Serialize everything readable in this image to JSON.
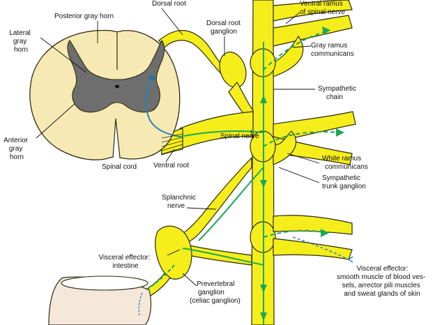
{
  "labels": {
    "posterior_gray_horn": "Posterior gray horn",
    "dorsal_root": "Dorsal root",
    "ventral_ramus": [
      "Ventral ramus",
      "of spinal nerve"
    ],
    "lateral_gray_horn": [
      "Lateral",
      "gray",
      "horn"
    ],
    "dorsal_root_ganglion": [
      "Dorsal root",
      "ganglion"
    ],
    "gray_ramus_communicans": [
      "Gray ramus",
      "communicans"
    ],
    "sympathetic_chain": [
      "Sympathetic",
      "chain"
    ],
    "anterior_gray_horn": [
      "Anterior",
      "gray",
      "horn"
    ],
    "spinal_nerve": "Spinal nerve",
    "spinal_cord": "Spinal cord",
    "ventral_root": "Ventral root",
    "white_ramus_communicans": [
      "White ramus",
      "communicans"
    ],
    "sympathetic_trunk_ganglion": [
      "Sympathetic",
      "trunk ganglion"
    ],
    "splanchnic_nerve": [
      "Splanchnic",
      "nerve"
    ],
    "visceral_effector_intestine": [
      "Visceral effector:",
      "intestine"
    ],
    "prevertebral_ganglion": [
      "Prevertebral",
      "ganglion",
      "(celiac ganglion)"
    ],
    "visceral_effector_smooth_muscle": [
      "Visceral effector:",
      "smooth muscle of blood ves-",
      "sels, arrector pili muscles",
      "and sweat glands of skin"
    ]
  },
  "colors": {
    "nerve_yellow": "#f5ee1a",
    "nerve_outline": "#2a2a10",
    "cord_tan": "#f7e9b3",
    "gray_matter": "#6e6e6e",
    "neuron_green": "#1aa85a",
    "neuron_blue": "#2b7fb8",
    "intestine": "#f5e7d9"
  }
}
